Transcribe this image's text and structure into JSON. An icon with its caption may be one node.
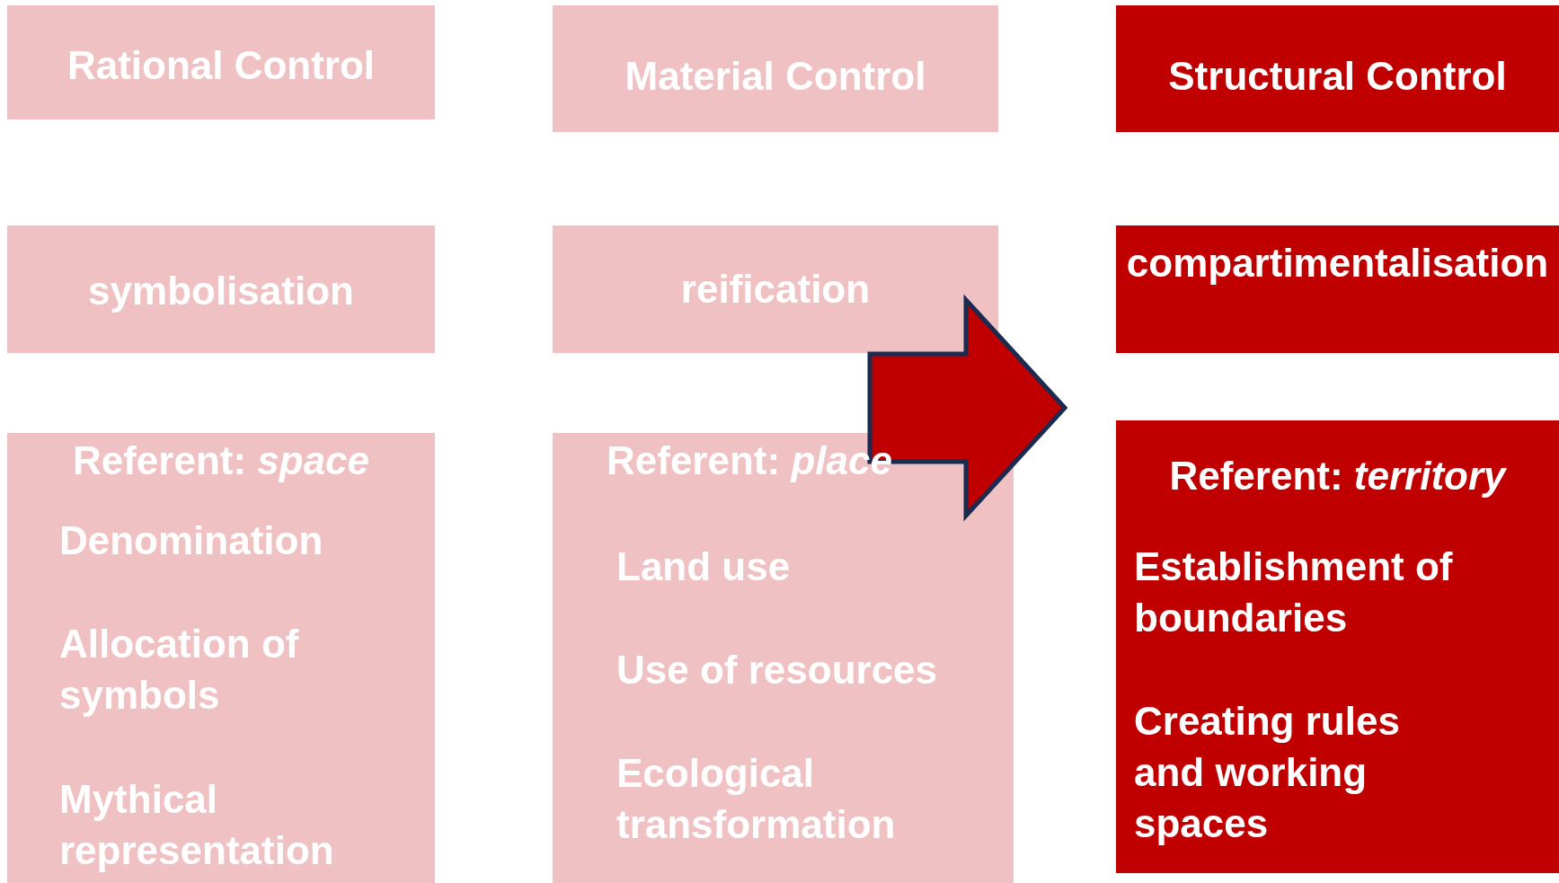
{
  "diagram": {
    "nodes": [
      {
        "text": [
          "Rational Control"
        ]
      },
      {
        "text": [
          "Material Control"
        ]
      },
      {
        "text": [
          "Structural Control"
        ]
      },
      {
        "text": [
          "symbolisation"
        ]
      },
      {
        "text": [
          "reification"
        ]
      },
      {
        "text": [
          "compartimentalisation"
        ]
      },
      {
        "text": [
          "Referent: *space*",
          "Denomination",
          "Allocation of symbols",
          "Mythical representation"
        ]
      },
      {
        "text": [
          "Referent: *place*",
          "Land use",
          "Use of resources",
          "Ecological transformation"
        ]
      },
      {
        "text": [
          "Referent: *territory*",
          "Establishment of boundaries",
          "Creating rules and working spaces"
        ]
      }
    ],
    "edges": [
      {
        "from": 4,
        "to": 5,
        "arrow": "to",
        "style": "thick"
      }
    ]
  }
}
